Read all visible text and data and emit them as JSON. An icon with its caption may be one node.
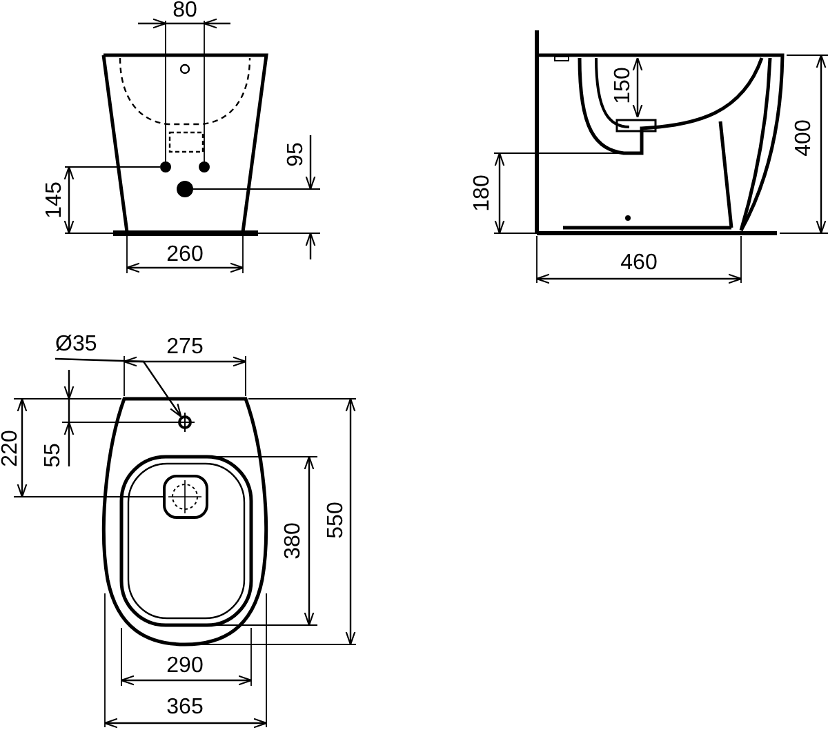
{
  "diagram": {
    "nodes": [
      {
        "text": [
          "Ø35"
        ]
      },
      {
        "text": [],
        "shape": "circle"
      }
    ],
    "edges": [
      {
        "from": 0,
        "to": 1,
        "arrow": "to"
      }
    ],
    "labels": [
      "80",
      "95",
      "145",
      "260",
      "150",
      "400",
      "180",
      "460",
      "275",
      "220",
      "55",
      "550",
      "380",
      "290",
      "365"
    ]
  }
}
